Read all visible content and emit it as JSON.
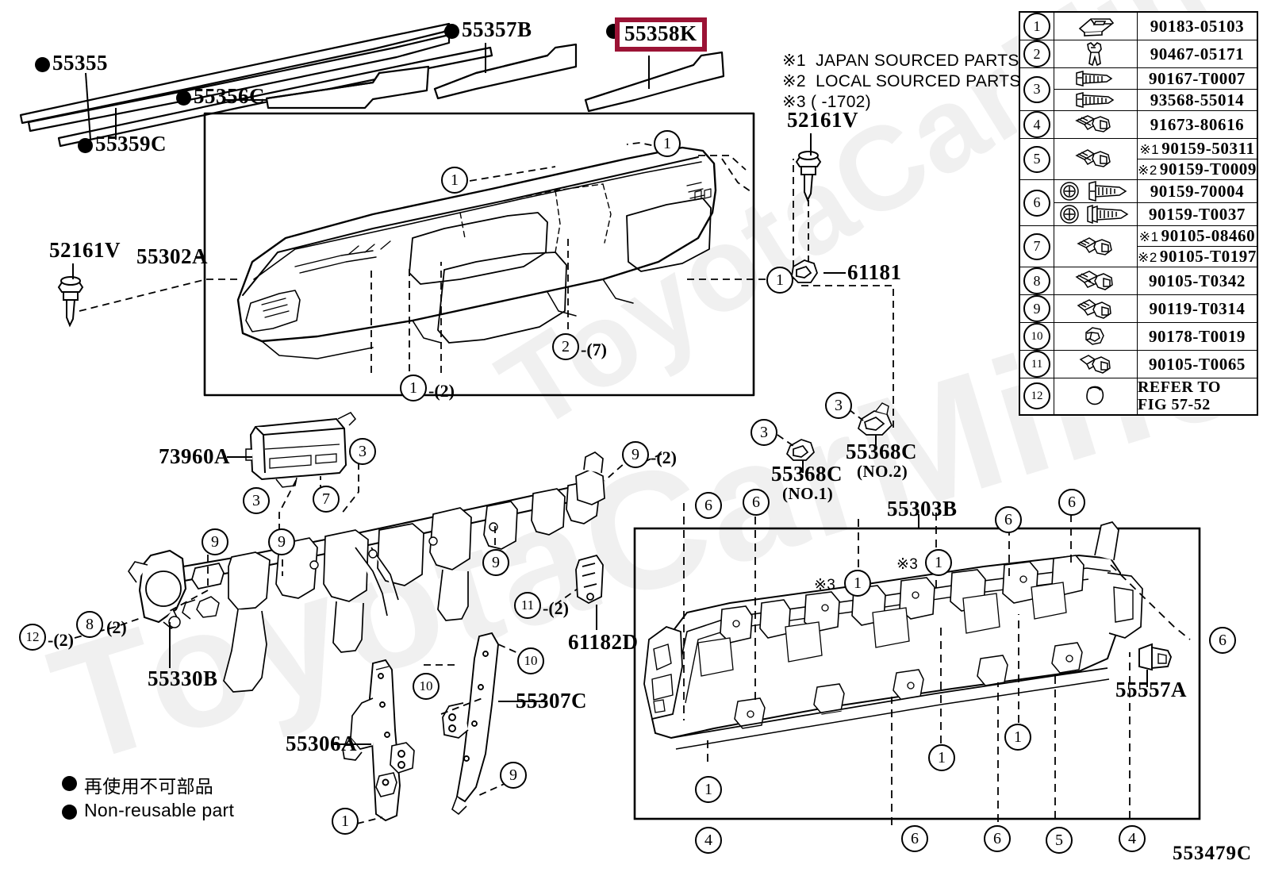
{
  "figure": {
    "id": "553479C",
    "watermark": "ToyotaCarMine"
  },
  "source_notes": [
    {
      "mark": "※1",
      "text": "JAPAN SOURCED PARTS"
    },
    {
      "mark": "※2",
      "text": "LOCAL SOURCED PARTS"
    },
    {
      "mark": "※3",
      "text": "(    -1702)"
    }
  ],
  "legend": {
    "japanese": "再使用不可部品",
    "english": "Non-reusable part"
  },
  "part_labels": {
    "p55355": "55355",
    "p55359C": "55359C",
    "p55356C": "55356C",
    "p55357B": "55357B",
    "p55358K": "55358K",
    "p52161V_left": "52161V",
    "p52161V_right": "52161V",
    "p55302A": "55302A",
    "p61181": "61181",
    "p73960A": "73960A",
    "p55368C_no1": "55368C",
    "p55368C_no1_sub": "(NO.1)",
    "p55368C_no2": "55368C",
    "p55368C_no2_sub": "(NO.2)",
    "p55303B": "55303B",
    "p55330B": "55330B",
    "p61182D": "61182D",
    "p55307C": "55307C",
    "p55306A": "55306A",
    "p55557A": "55557A"
  },
  "callouts": [
    {
      "id": "c-1-top-right",
      "n": "1"
    },
    {
      "id": "c-1-top-mid",
      "n": "1"
    },
    {
      "id": "c-1-bottom",
      "n": "1",
      "qty": "-(2)"
    },
    {
      "id": "c-2-seven",
      "n": "2",
      "qty": "-(7)"
    },
    {
      "id": "c-1-61181",
      "n": "1"
    },
    {
      "id": "c-3-73960-a",
      "n": "3"
    },
    {
      "id": "c-3-73960-b",
      "n": "3"
    },
    {
      "id": "c-7-73960",
      "n": "7"
    },
    {
      "id": "c-9-a",
      "n": "9"
    },
    {
      "id": "c-9-b",
      "n": "9"
    },
    {
      "id": "c-9-c",
      "n": "9"
    },
    {
      "id": "c-9-d",
      "n": "9",
      "qty": "-(2)"
    },
    {
      "id": "c-9-e",
      "n": "9"
    },
    {
      "id": "c-3-55368-1",
      "n": "3"
    },
    {
      "id": "c-3-55368-2",
      "n": "3"
    },
    {
      "id": "c-11",
      "n": "11",
      "qty": "-(2)"
    },
    {
      "id": "c-10-a",
      "n": "10"
    },
    {
      "id": "c-10-b",
      "n": "10"
    },
    {
      "id": "c-12",
      "n": "12",
      "qty": "-(2)"
    },
    {
      "id": "c-8",
      "n": "8",
      "qty": "(2)"
    },
    {
      "id": "c-6-a",
      "n": "6"
    },
    {
      "id": "c-6-b",
      "n": "6"
    },
    {
      "id": "c-6-c",
      "n": "6"
    },
    {
      "id": "c-6-d",
      "n": "6"
    },
    {
      "id": "c-6-e",
      "n": "6"
    },
    {
      "id": "c-6-f",
      "n": "6"
    },
    {
      "id": "c-6-g",
      "n": "6"
    },
    {
      "id": "c-1-r1",
      "n": "1",
      "mark": "※3"
    },
    {
      "id": "c-1-r2",
      "n": "1",
      "mark": "※3"
    },
    {
      "id": "c-1-r3",
      "n": "1"
    },
    {
      "id": "c-1-r4",
      "n": "1"
    },
    {
      "id": "c-1-r5",
      "n": "1"
    },
    {
      "id": "c-4-a",
      "n": "4"
    },
    {
      "id": "c-4-b",
      "n": "4"
    },
    {
      "id": "c-5",
      "n": "5"
    }
  ],
  "parts_table": [
    {
      "no": "1",
      "part_numbers": [
        {
          "mark": "",
          "value": "90183-05103"
        }
      ]
    },
    {
      "no": "2",
      "part_numbers": [
        {
          "mark": "",
          "value": "90467-05171"
        }
      ]
    },
    {
      "no": "3",
      "part_numbers": [
        {
          "mark": "",
          "value": "90167-T0007"
        },
        {
          "mark": "",
          "value": "93568-55014"
        }
      ]
    },
    {
      "no": "4",
      "part_numbers": [
        {
          "mark": "",
          "value": "91673-80616"
        }
      ]
    },
    {
      "no": "5",
      "part_numbers": [
        {
          "mark": "※1",
          "value": "90159-50311"
        },
        {
          "mark": "※2",
          "value": "90159-T0009"
        }
      ]
    },
    {
      "no": "6",
      "part_numbers": [
        {
          "mark": "",
          "value": "90159-70004"
        },
        {
          "mark": "",
          "value": "90159-T0037"
        }
      ]
    },
    {
      "no": "7",
      "part_numbers": [
        {
          "mark": "※1",
          "value": "90105-08460"
        },
        {
          "mark": "※2",
          "value": "90105-T0197"
        }
      ]
    },
    {
      "no": "8",
      "part_numbers": [
        {
          "mark": "",
          "value": "90105-T0342"
        }
      ]
    },
    {
      "no": "9",
      "part_numbers": [
        {
          "mark": "",
          "value": "90119-T0314"
        }
      ]
    },
    {
      "no": "10",
      "part_numbers": [
        {
          "mark": "",
          "value": "90178-T0019"
        }
      ]
    },
    {
      "no": "11",
      "part_numbers": [
        {
          "mark": "",
          "value": "90105-T0065"
        }
      ]
    },
    {
      "no": "12",
      "part_numbers": [
        {
          "mark": "",
          "value": "REFER TO\nFIG 57-52"
        }
      ]
    }
  ],
  "colors": {
    "highlight": "#9B1335",
    "ink": "#000000",
    "paper": "#FFFFFF"
  }
}
